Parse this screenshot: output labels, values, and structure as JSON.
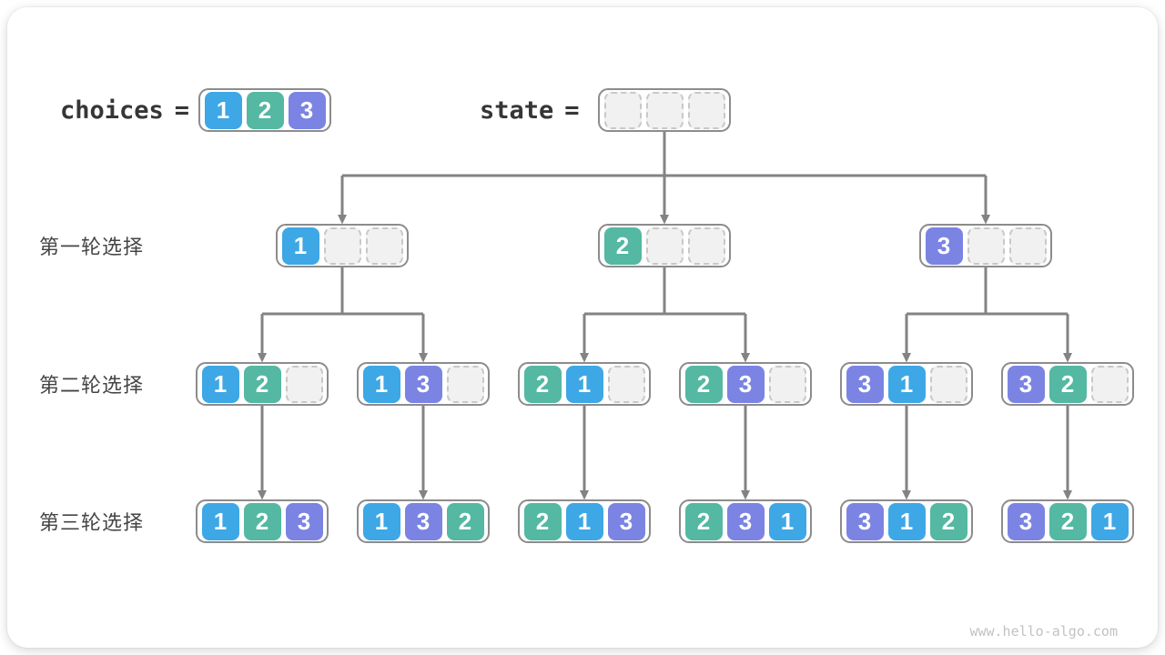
{
  "diagram": {
    "title_row": {
      "choices_label": "choices",
      "equals": "=",
      "choices": [
        1,
        2,
        3
      ],
      "state_label": "state",
      "state": [
        null,
        null,
        null
      ]
    },
    "rows": [
      {
        "label": "第一轮选择",
        "boxes": [
          [
            1,
            null,
            null
          ],
          [
            2,
            null,
            null
          ],
          [
            3,
            null,
            null
          ]
        ]
      },
      {
        "label": "第二轮选择",
        "boxes": [
          [
            1,
            2,
            null
          ],
          [
            1,
            3,
            null
          ],
          [
            2,
            1,
            null
          ],
          [
            2,
            3,
            null
          ],
          [
            3,
            1,
            null
          ],
          [
            3,
            2,
            null
          ]
        ]
      },
      {
        "label": "第三轮选择",
        "boxes": [
          [
            1,
            2,
            3
          ],
          [
            1,
            3,
            2
          ],
          [
            2,
            1,
            3
          ],
          [
            2,
            3,
            1
          ],
          [
            3,
            1,
            2
          ],
          [
            3,
            2,
            1
          ]
        ]
      }
    ],
    "colors": {
      "1": "#3EA7E6",
      "2": "#54B8A2",
      "3": "#7B84E3"
    },
    "box_border_color": "#8C8C8C",
    "arrow_color": "#838383",
    "watermark": "www.hello-algo.com"
  }
}
